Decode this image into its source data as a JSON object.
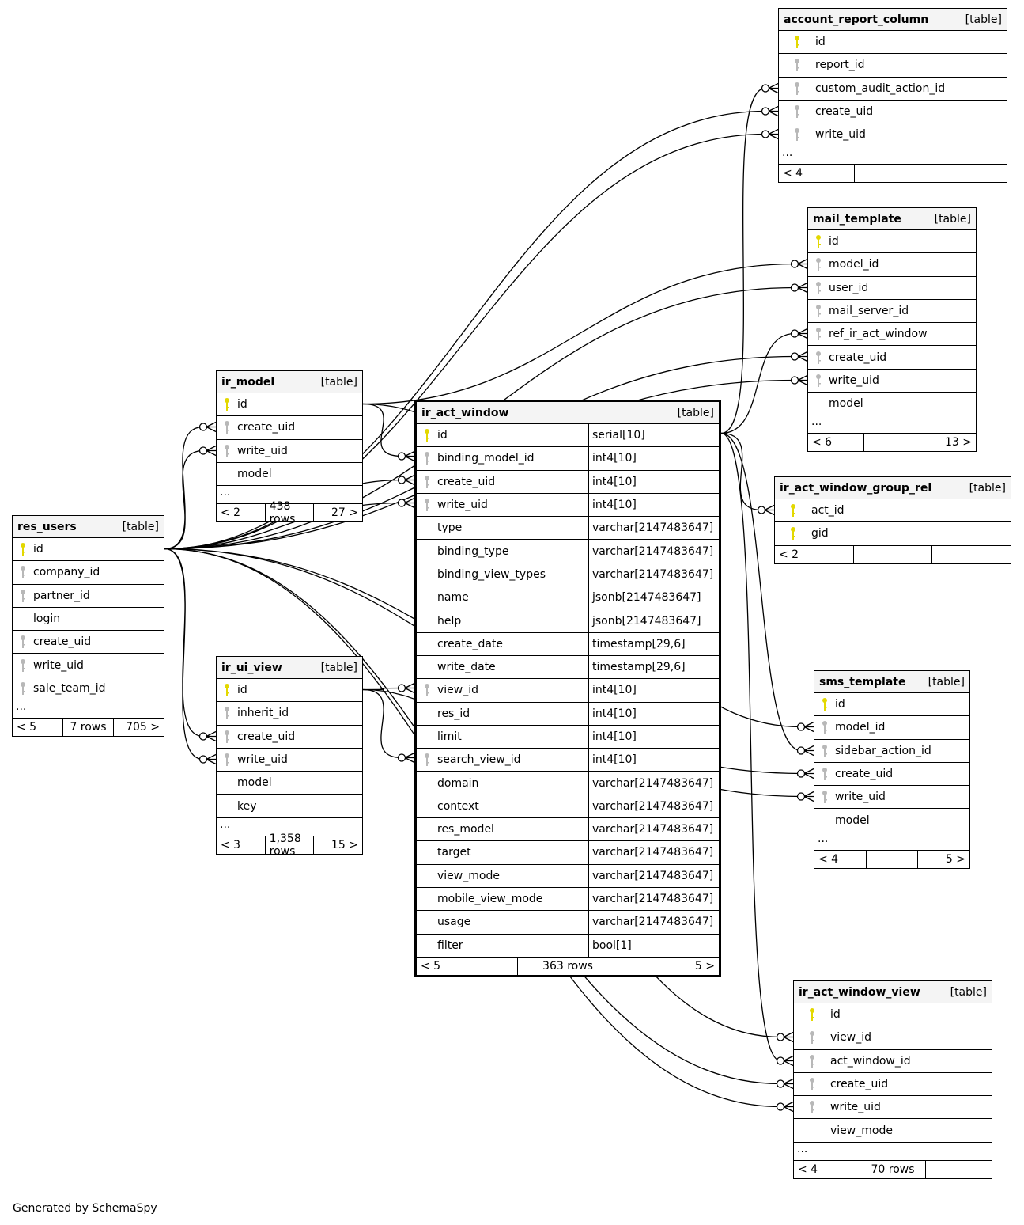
{
  "footer": "Generated by SchemaSpy",
  "colors": {
    "primary_key": "#e3d800",
    "foreign_key": "#b8b8b8",
    "header_bg": "#f4f4f4"
  },
  "tables": {
    "account_report_column": {
      "name": "account_report_column",
      "kind": "[table]",
      "columns": [
        {
          "name": "id",
          "key": "pk"
        },
        {
          "name": "report_id",
          "key": "fk"
        },
        {
          "name": "custom_audit_action_id",
          "key": "fk"
        },
        {
          "name": "create_uid",
          "key": "fk"
        },
        {
          "name": "write_uid",
          "key": "fk"
        }
      ],
      "more": "...",
      "footer": [
        "< 4",
        "",
        ""
      ]
    },
    "mail_template": {
      "name": "mail_template",
      "kind": "[table]",
      "columns": [
        {
          "name": "id",
          "key": "pk"
        },
        {
          "name": "model_id",
          "key": "fk"
        },
        {
          "name": "user_id",
          "key": "fk"
        },
        {
          "name": "mail_server_id",
          "key": "fk"
        },
        {
          "name": "ref_ir_act_window",
          "key": "fk"
        },
        {
          "name": "create_uid",
          "key": "fk"
        },
        {
          "name": "write_uid",
          "key": "fk"
        },
        {
          "name": "model",
          "key": ""
        }
      ],
      "more": "...",
      "footer": [
        "< 6",
        "",
        "13 >"
      ]
    },
    "ir_act_window_group_rel": {
      "name": "ir_act_window_group_rel",
      "kind": "[table]",
      "columns": [
        {
          "name": "act_id",
          "key": "pk"
        },
        {
          "name": "gid",
          "key": "pk"
        }
      ],
      "more": null,
      "footer": [
        "< 2",
        "",
        ""
      ]
    },
    "sms_template": {
      "name": "sms_template",
      "kind": "[table]",
      "columns": [
        {
          "name": "id",
          "key": "pk"
        },
        {
          "name": "model_id",
          "key": "fk"
        },
        {
          "name": "sidebar_action_id",
          "key": "fk"
        },
        {
          "name": "create_uid",
          "key": "fk"
        },
        {
          "name": "write_uid",
          "key": "fk"
        },
        {
          "name": "model",
          "key": ""
        }
      ],
      "more": "...",
      "footer": [
        "< 4",
        "",
        "5 >"
      ]
    },
    "ir_act_window_view": {
      "name": "ir_act_window_view",
      "kind": "[table]",
      "columns": [
        {
          "name": "id",
          "key": "pk"
        },
        {
          "name": "view_id",
          "key": "fk"
        },
        {
          "name": "act_window_id",
          "key": "fk"
        },
        {
          "name": "create_uid",
          "key": "fk"
        },
        {
          "name": "write_uid",
          "key": "fk"
        },
        {
          "name": "view_mode",
          "key": ""
        }
      ],
      "more": "...",
      "footer": [
        "< 4",
        "70 rows",
        ""
      ]
    },
    "ir_model": {
      "name": "ir_model",
      "kind": "[table]",
      "columns": [
        {
          "name": "id",
          "key": "pk"
        },
        {
          "name": "create_uid",
          "key": "fk"
        },
        {
          "name": "write_uid",
          "key": "fk"
        },
        {
          "name": "model",
          "key": ""
        }
      ],
      "more": "...",
      "footer": [
        "< 2",
        "438 rows",
        "27 >"
      ]
    },
    "ir_ui_view": {
      "name": "ir_ui_view",
      "kind": "[table]",
      "columns": [
        {
          "name": "id",
          "key": "pk"
        },
        {
          "name": "inherit_id",
          "key": "fk"
        },
        {
          "name": "create_uid",
          "key": "fk"
        },
        {
          "name": "write_uid",
          "key": "fk"
        },
        {
          "name": "model",
          "key": ""
        },
        {
          "name": "key",
          "key": ""
        }
      ],
      "more": "...",
      "footer": [
        "< 3",
        "1,358 rows",
        "15 >"
      ]
    },
    "res_users": {
      "name": "res_users",
      "kind": "[table]",
      "columns": [
        {
          "name": "id",
          "key": "pk"
        },
        {
          "name": "company_id",
          "key": "fk"
        },
        {
          "name": "partner_id",
          "key": "fk"
        },
        {
          "name": "login",
          "key": ""
        },
        {
          "name": "create_uid",
          "key": "fk"
        },
        {
          "name": "write_uid",
          "key": "fk"
        },
        {
          "name": "sale_team_id",
          "key": "fk"
        }
      ],
      "more": "...",
      "footer": [
        "< 5",
        "7 rows",
        "705 >"
      ]
    },
    "ir_act_window": {
      "name": "ir_act_window",
      "kind": "[table]",
      "columns": [
        {
          "name": "id",
          "key": "pk",
          "type": "serial[10]"
        },
        {
          "name": "binding_model_id",
          "key": "fk",
          "type": "int4[10]"
        },
        {
          "name": "create_uid",
          "key": "fk",
          "type": "int4[10]"
        },
        {
          "name": "write_uid",
          "key": "fk",
          "type": "int4[10]"
        },
        {
          "name": "type",
          "key": "",
          "type": "varchar[2147483647]"
        },
        {
          "name": "binding_type",
          "key": "",
          "type": "varchar[2147483647]"
        },
        {
          "name": "binding_view_types",
          "key": "",
          "type": "varchar[2147483647]"
        },
        {
          "name": "name",
          "key": "",
          "type": "jsonb[2147483647]"
        },
        {
          "name": "help",
          "key": "",
          "type": "jsonb[2147483647]"
        },
        {
          "name": "create_date",
          "key": "",
          "type": "timestamp[29,6]"
        },
        {
          "name": "write_date",
          "key": "",
          "type": "timestamp[29,6]"
        },
        {
          "name": "view_id",
          "key": "fk",
          "type": "int4[10]"
        },
        {
          "name": "res_id",
          "key": "",
          "type": "int4[10]"
        },
        {
          "name": "limit",
          "key": "",
          "type": "int4[10]"
        },
        {
          "name": "search_view_id",
          "key": "fk",
          "type": "int4[10]"
        },
        {
          "name": "domain",
          "key": "",
          "type": "varchar[2147483647]"
        },
        {
          "name": "context",
          "key": "",
          "type": "varchar[2147483647]"
        },
        {
          "name": "res_model",
          "key": "",
          "type": "varchar[2147483647]"
        },
        {
          "name": "target",
          "key": "",
          "type": "varchar[2147483647]"
        },
        {
          "name": "view_mode",
          "key": "",
          "type": "varchar[2147483647]"
        },
        {
          "name": "mobile_view_mode",
          "key": "",
          "type": "varchar[2147483647]"
        },
        {
          "name": "usage",
          "key": "",
          "type": "varchar[2147483647]"
        },
        {
          "name": "filter",
          "key": "",
          "type": "bool[1]"
        }
      ],
      "more": null,
      "footer": [
        "< 5",
        "363 rows",
        "5 >"
      ]
    }
  },
  "relationships": [
    {
      "from": "res_users.id",
      "to": "account_report_column.create_uid"
    },
    {
      "from": "res_users.id",
      "to": "account_report_column.write_uid"
    },
    {
      "from": "ir_act_window.id",
      "to": "account_report_column.custom_audit_action_id"
    },
    {
      "from": "ir_model.id",
      "to": "mail_template.model_id"
    },
    {
      "from": "res_users.id",
      "to": "mail_template.user_id"
    },
    {
      "from": "ir_act_window.id",
      "to": "mail_template.ref_ir_act_window"
    },
    {
      "from": "res_users.id",
      "to": "mail_template.create_uid"
    },
    {
      "from": "res_users.id",
      "to": "mail_template.write_uid"
    },
    {
      "from": "ir_act_window.id",
      "to": "ir_act_window_group_rel.act_id"
    },
    {
      "from": "ir_model.id",
      "to": "sms_template.model_id"
    },
    {
      "from": "ir_act_window.id",
      "to": "sms_template.sidebar_action_id"
    },
    {
      "from": "res_users.id",
      "to": "sms_template.create_uid"
    },
    {
      "from": "res_users.id",
      "to": "sms_template.write_uid"
    },
    {
      "from": "ir_ui_view.id",
      "to": "ir_act_window_view.view_id"
    },
    {
      "from": "ir_act_window.id",
      "to": "ir_act_window_view.act_window_id"
    },
    {
      "from": "res_users.id",
      "to": "ir_act_window_view.create_uid"
    },
    {
      "from": "res_users.id",
      "to": "ir_act_window_view.write_uid"
    },
    {
      "from": "res_users.id",
      "to": "ir_model.create_uid"
    },
    {
      "from": "res_users.id",
      "to": "ir_model.write_uid"
    },
    {
      "from": "res_users.id",
      "to": "ir_ui_view.create_uid"
    },
    {
      "from": "res_users.id",
      "to": "ir_ui_view.write_uid"
    },
    {
      "from": "ir_model.id",
      "to": "ir_act_window.binding_model_id"
    },
    {
      "from": "res_users.id",
      "to": "ir_act_window.create_uid"
    },
    {
      "from": "res_users.id",
      "to": "ir_act_window.write_uid"
    },
    {
      "from": "ir_ui_view.id",
      "to": "ir_act_window.view_id"
    },
    {
      "from": "ir_ui_view.id",
      "to": "ir_act_window.search_view_id"
    }
  ]
}
